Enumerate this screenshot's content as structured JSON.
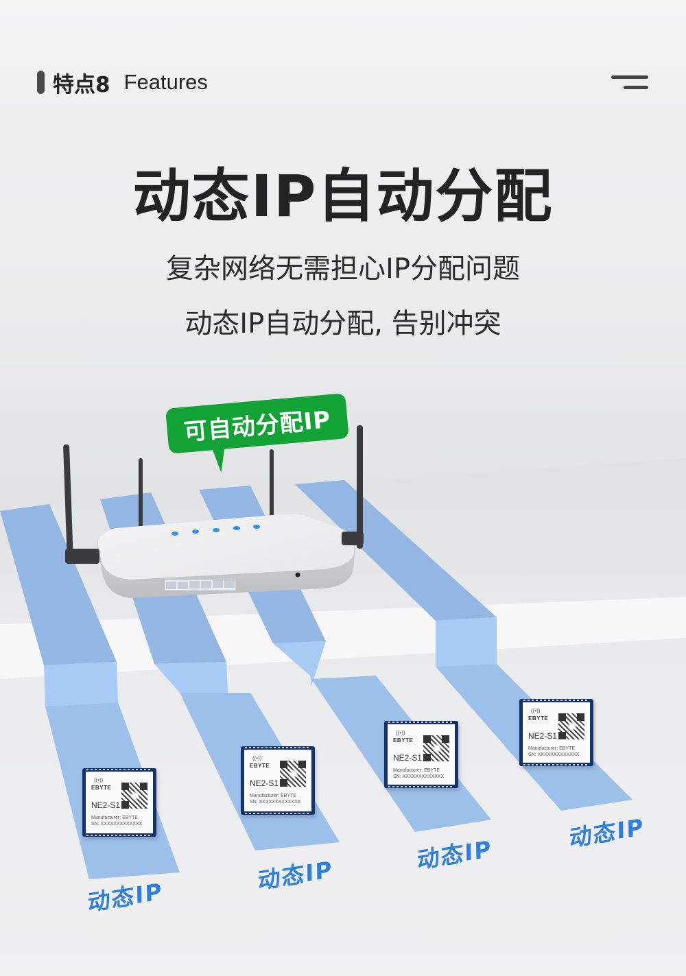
{
  "header": {
    "feature_cn": "特点8",
    "feature_en": "Features",
    "menu_icon": "menu-icon"
  },
  "hero": {
    "title": "动态IP自动分配",
    "subtitle_line1": "复杂网络无需担心IP分配问题",
    "subtitle_line2": "动态IP自动分配, 告别冲突"
  },
  "router": {
    "callout": "可自动分配IP",
    "callout_color": "#12a236",
    "led_count": 5,
    "led_color": "#2e90ea",
    "lan_port_count": 6
  },
  "modules": [
    {
      "brand": "EBYTE",
      "model": "NE2-S1",
      "manufacturer": "Manufacturer: EBYTE",
      "sn": "SN: XXXXXXXXXXXXX",
      "label": "动态IP"
    },
    {
      "brand": "EBYTE",
      "model": "NE2-S1",
      "manufacturer": "Manufacturer: EBYTE",
      "sn": "SN: XXXXXXXXXXXXX",
      "label": "动态IP"
    },
    {
      "brand": "EBYTE",
      "model": "NE2-S1",
      "manufacturer": "Manufacturer: EBYTE",
      "sn": "SN: XXXXXXXXXXXXX",
      "label": "动态IP"
    },
    {
      "brand": "EBYTE",
      "model": "NE2-S1",
      "manufacturer": "Manufacturer: EBYTE",
      "sn": "SN: XXXXXXXXXXXXX",
      "label": "动态IP"
    }
  ],
  "colors": {
    "stripe_blue": "#93b8e4",
    "stripe_blue_light": "#a5c9f3",
    "label_blue": "#2f7fd8",
    "chip_border": "#16326b"
  }
}
